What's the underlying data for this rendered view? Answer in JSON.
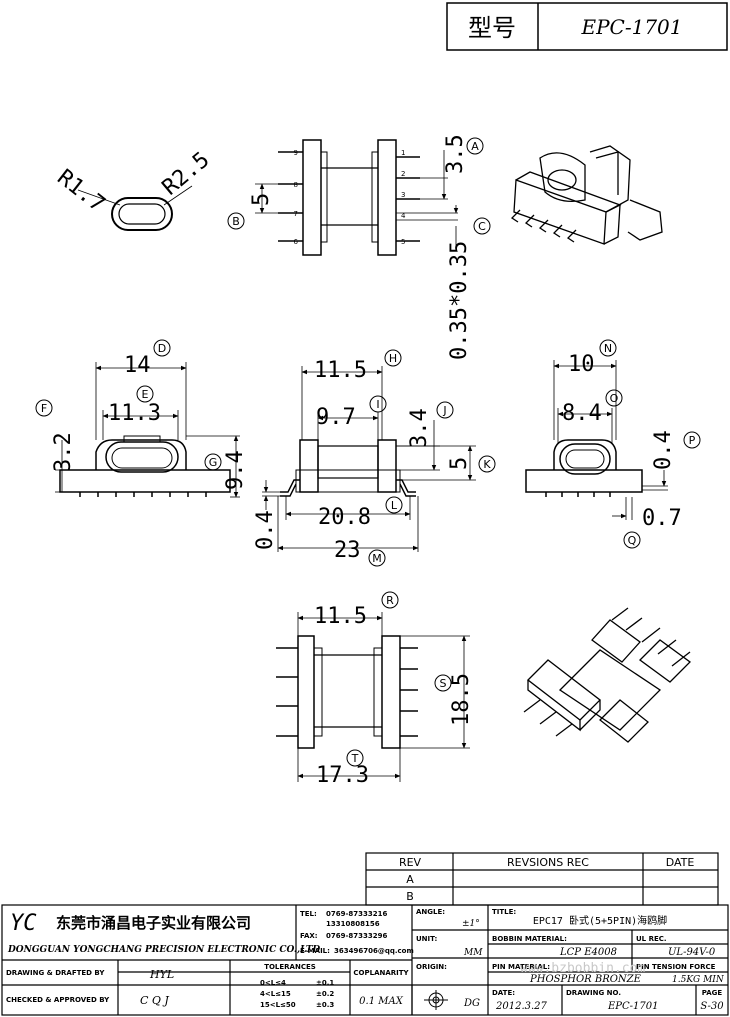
{
  "header": {
    "type_label": "型号",
    "model": "EPC-1701"
  },
  "dimensions": {
    "slot_radius_small": "R1.7",
    "slot_radius_large": "R2.5",
    "d_A": "3.5",
    "d_B": "5",
    "d_C": "0.35*0.35",
    "d_D": "14",
    "d_E": "11.3",
    "d_F": "3.2",
    "d_G": "9.4",
    "d_H": "11.5",
    "d_I": "9.7",
    "d_J": "3.4",
    "d_K": "5",
    "d_L": "20.8",
    "d_M": "23",
    "d_M_thick": "0.4",
    "d_N": "10",
    "d_O": "8.4",
    "d_P": "0.4",
    "d_Q": "0.7",
    "d_R": "11.5",
    "d_S": "18.5",
    "d_T": "17.3"
  },
  "markers": [
    "A",
    "B",
    "C",
    "D",
    "E",
    "F",
    "G",
    "H",
    "I",
    "J",
    "K",
    "L",
    "M",
    "N",
    "O",
    "P",
    "Q",
    "R",
    "S",
    "T"
  ],
  "pin_numbers": [
    "9",
    "8",
    "7",
    "6",
    "1",
    "2",
    "3",
    "4",
    "5"
  ],
  "revision_table": {
    "rev_header": "REV",
    "rec_header": "REVSIONS REC",
    "date_header": "DATE",
    "rows": [
      "A",
      "B"
    ]
  },
  "title_block": {
    "logo": "YC",
    "company_cn": "东莞市涌昌电子实业有限公司",
    "company_en": "DONGGUAN YONGCHANG PRECISION ELECTRONIC CO.,LTD",
    "tel_label": "TEL:",
    "tel_1": "0769-87333216",
    "tel_2": "13310808156",
    "fax_label": "FAX:",
    "fax": "0769-87333296",
    "email_label": "E-MAIL:",
    "email": "363496706@qq.com",
    "angle_label": "ANGLE:",
    "angle_value": "±1°",
    "title_label": "TITLE:",
    "title_value": "EPC17 卧式(5+5PIN)海鸥脚",
    "drawing_label": "DRAWING & DRAFTED BY",
    "drawing_value": "HYL",
    "tolerances_label": "TOLERANCES",
    "tol_1_range": "0<L≤4",
    "tol_1_value": "±0.1",
    "tol_2_range": "4<L≤15",
    "tol_2_value": "±0.2",
    "tol_3_range": "15<L≤50",
    "tol_3_value": "±0.3",
    "coplanarity_label": "COPLANARITY",
    "coplanarity_value": "0.1 MAX",
    "unit_label": "UNIT:",
    "unit_value": "MM",
    "origin_label": "ORIGIN:",
    "origin_value": "DG",
    "bobbin_label": "BOBBIN MATERIAL:",
    "bobbin_value": "LCP E4008",
    "pin_material_label": "PIN MATERIAL:",
    "pin_material_value": "PHOSPHOR BRONZE",
    "ul_label": "UL REC.",
    "ul_value": "UL-94V-0",
    "pin_tension_label": "PIN TENSION FORCE",
    "pin_tension_value": "1.5KG MIN",
    "checked_label": "CHECKED & APPROVED BY",
    "checked_value": "C Q J",
    "date_label": "DATE:",
    "date_value": "2012.3.27",
    "drawing_no_label": "DRAWING NO.",
    "drawing_no_value": "EPC-1701",
    "page_label": "PAGE",
    "page_value": "S-30",
    "watermark": "www.bzbobbin.com"
  }
}
